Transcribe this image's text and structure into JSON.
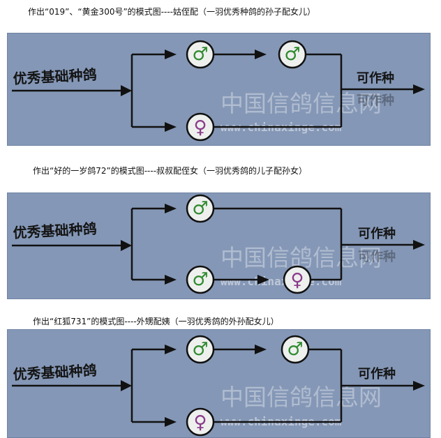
{
  "captions": [
    "作出“019”、“黄金300号”的模式图----姑侄配（一羽优秀种鸽的孙子配女儿）",
    "作出“好的一岁鸽72”的模式图----叔叔配侄女（一羽优秀鸽的儿子配孙女）",
    "作出“红狐731”的模式图----外甥配姨（一羽优秀鸽的外孙配女儿）"
  ],
  "diagram": {
    "source_label": "优秀基础种鸽",
    "result_label": "可作种",
    "result_label_faint": "可作种",
    "male_symbol": "♂",
    "female_symbol": "♀"
  },
  "watermark": {
    "text": "中国信鸽信息网",
    "url": "www.chinaxinge.com"
  },
  "colors": {
    "panel_bg": "#8497b6",
    "line": "#111111",
    "node_fill": "#eef0ee",
    "male": "#2f8a2f",
    "female": "#8a3a8a"
  }
}
